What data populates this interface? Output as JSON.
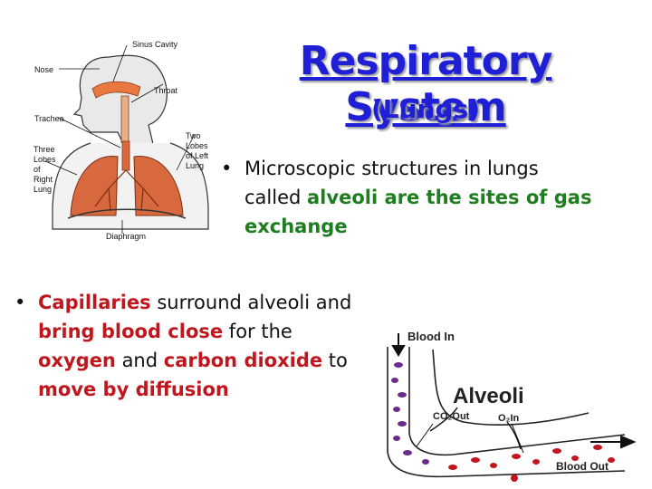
{
  "title": "Respiratory System",
  "subtitle": "(Lungs)",
  "bullet1": {
    "dot": "•",
    "t1": "Microscopic structures in lungs",
    "t2": "called ",
    "t3": "alveoli are the sites of gas",
    "t4": "exchange"
  },
  "bullet2": {
    "dot": "•",
    "t1": "Capillaries",
    "t2": " surround alveoli and",
    "t3": "bring blood close",
    "t4": " for the",
    "t5": "oxygen",
    "t6": " and ",
    "t7": "carbon dioxide",
    "t8": " to",
    "t9": "move by diffusion"
  },
  "lung_diagram": {
    "sinus": "Sinus Cavity",
    "nose": "Nose",
    "throat": "Throat",
    "trachea": "Trachea",
    "left_lung": [
      "Two",
      "Lobes",
      "of Left",
      "Lung"
    ],
    "right_lung": [
      "Three",
      "Lobes",
      "of",
      "Right",
      "Lung"
    ],
    "diaphragm": "Diaphragm"
  },
  "alveoli_diagram": {
    "blood_in": "Blood In",
    "alveoli": "Alveoli",
    "co2_out": "CO₂Out",
    "o2_in": "O₂In",
    "blood_out": "Blood Out"
  },
  "colors": {
    "title": "#1f1fd6",
    "green": "#1e7d1e",
    "red": "#c0161e",
    "lung": "#d8693e"
  }
}
